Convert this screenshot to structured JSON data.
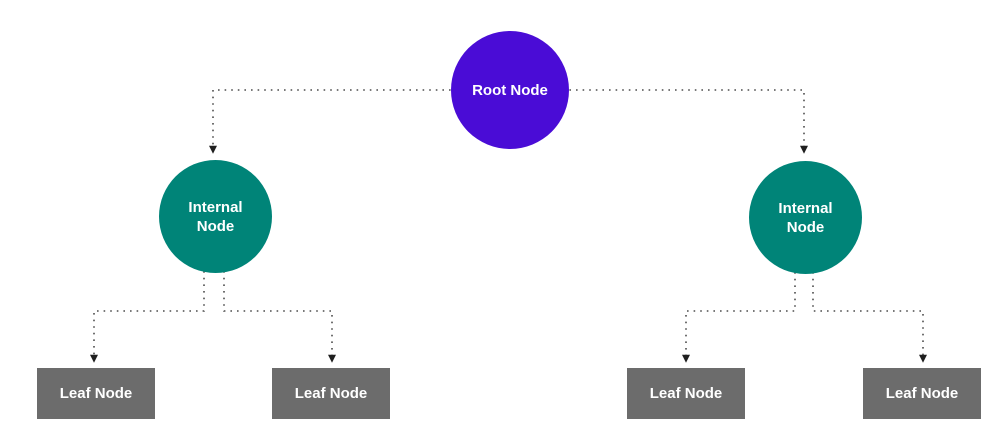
{
  "diagram": {
    "type": "binary-tree-diagram",
    "nodes": {
      "root": {
        "label": "Root Node"
      },
      "internal_left": {
        "label": "Internal Node"
      },
      "internal_right": {
        "label": "Internal Node"
      },
      "leaf_1": {
        "label": "Leaf Node"
      },
      "leaf_2": {
        "label": "Leaf Node"
      },
      "leaf_3": {
        "label": "Leaf Node"
      },
      "leaf_4": {
        "label": "Leaf Node"
      }
    }
  },
  "colors": {
    "root_fill": "#4a0cd6",
    "internal_fill": "#008478",
    "leaf_fill": "#6c6c6c",
    "label_text": "#ffffff",
    "connector": "#4d4d4d",
    "arrowhead": "#1f1f1f",
    "background": "#ffffff"
  }
}
